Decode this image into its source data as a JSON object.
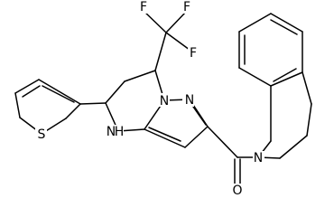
{
  "molecule": {
    "atoms": {
      "F1": "F",
      "F2": "F",
      "F3": "F",
      "S": "S",
      "NH": "N",
      "H": "H",
      "N_bridge": "N",
      "N_pyrazole": "N",
      "N_amide": "N",
      "O": "O"
    }
  },
  "colors": {
    "background": "#ffffff",
    "bond": "#000000",
    "text": "#000000"
  }
}
